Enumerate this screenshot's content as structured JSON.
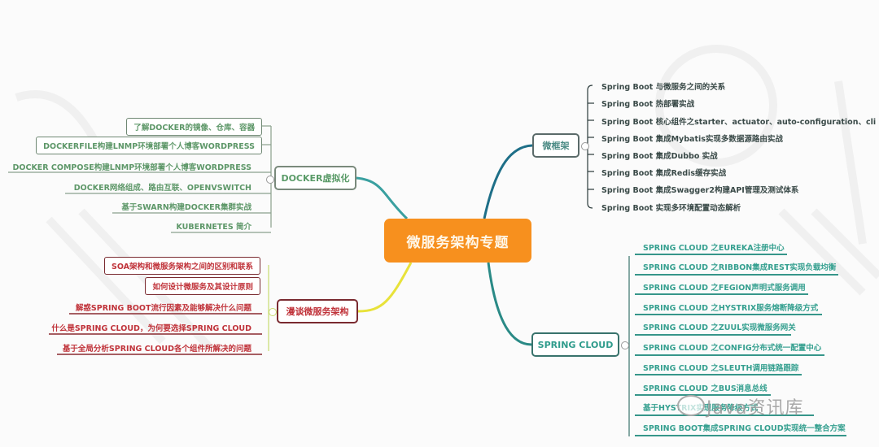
{
  "root": {
    "label": "微服务架构专题",
    "color": "#f7901e"
  },
  "branches": {
    "docker": {
      "label": "DOCKER虚拟化",
      "color": "#5d9768",
      "items": [
        "了解DOCKER的镜像、仓库、容器",
        "DOCKERFILE构建LNMP环境部署个人博客WORDPRESS",
        "DOCKER COMPOSE构建LNMP环境部署个人博客WORDPRESS",
        "DOCKER网络组成、路由互联、OPENVSWITCH",
        "基于SWARN构建DOCKER集群实战",
        "KUBERNETES 简介"
      ]
    },
    "mantan": {
      "label": "漫谈微服务架构",
      "color": "#c0333a",
      "items": [
        "SOA架构和微服务架构之间的区别和联系",
        "如何设计微服务及其设计原则",
        "解惑SPRING BOOT流行因素及能够解决什么问题",
        "什么是SPRING CLOUD，为何要选择SPRING CLOUD",
        "基于全局分析SPRING CLOUD各个组件所解决的问题"
      ]
    },
    "microframework": {
      "label": "微框架",
      "color": "#2c7f86",
      "items": [
        "Spring Boot 与微服务之间的关系",
        "Spring Boot 热部署实战",
        "Spring Boot 核心组件之starter、actuator、auto-configuration、cli",
        "Spring Boot 集成Mybatis实现多数据源路由实战",
        "Spring Boot 集成Dubbo 实战",
        "Spring Boot 集成Redis缓存实战",
        "Spring Boot 集成Swagger2构建API管理及测试体系",
        "Spring Boot 实现多环境配置动态解析"
      ]
    },
    "springcloud": {
      "label": "SPRING CLOUD",
      "color": "#36a090",
      "items": [
        "SPRING CLOUD 之EUREKA注册中心",
        "SPRING CLOUD 之RIBBON集成REST实现负载均衡",
        "SPRING CLOUD 之FEGION声明式服务调用",
        "SPRING CLOUD 之HYSTRIX服务熔断降级方式",
        "SPRING CLOUD 之ZUUL实现微服务网关",
        "SPRING CLOUD 之CONFIG分布式统一配置中心",
        "SPRING CLOUD 之SLEUTH调用链路跟踪",
        "SPRING CLOUD 之BUS消息总线",
        "基于HYSTRIX实现服务降级方式",
        "SPRING BOOT集成SPRING CLOUD实现统一整合方案"
      ]
    }
  },
  "watermark": {
    "text": "Java资讯库"
  }
}
